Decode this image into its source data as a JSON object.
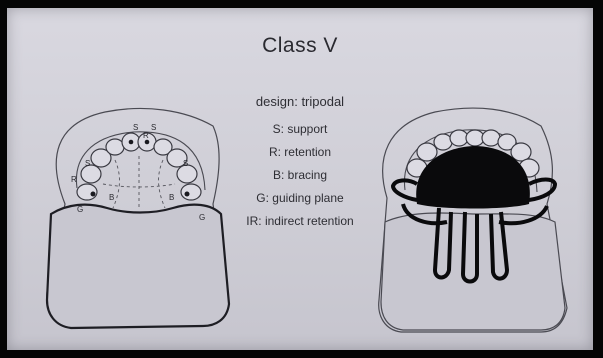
{
  "title": "Class V",
  "design": "design: tripodal",
  "legend": [
    "S: support",
    "R: retention",
    "B: bracing",
    "G: guiding plane",
    "IR: indirect retention"
  ],
  "left_drawing_labels": {
    "s_top": [
      "S",
      "S"
    ],
    "r_top": "R",
    "lr_r": "R",
    "b_side": [
      "B",
      "B"
    ],
    "g_side": [
      "G",
      "G"
    ]
  }
}
